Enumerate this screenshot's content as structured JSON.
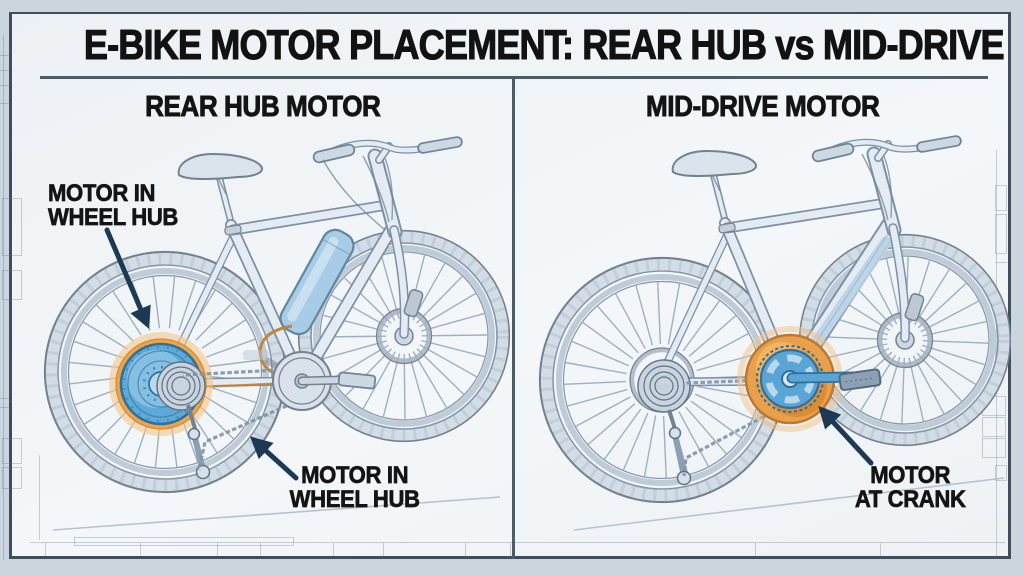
{
  "title": "E-BIKE MOTOR PLACEMENT: REAR HUB vs MID-DRIVE",
  "left_panel": {
    "header": "REAR HUB MOTOR",
    "hub_label_top": "MOTOR IN\nWHEEL HUB",
    "hub_label_bottom": "MOTOR IN\nWHEEL HUB"
  },
  "right_panel": {
    "header": "MID-DRIVE MOTOR",
    "crank_label": "MOTOR\nAT CRANK"
  },
  "colors": {
    "motor_blue": "#5DA9D8",
    "highlight_orange": "#E9A04A",
    "arrow_navy": "#1D3A55",
    "frame_border": "#3C4F5D",
    "line_art": "#7B90A6",
    "outer_background": "#CBD5DD",
    "panel_background": "#F0F3F6",
    "label_text": "#141414"
  }
}
